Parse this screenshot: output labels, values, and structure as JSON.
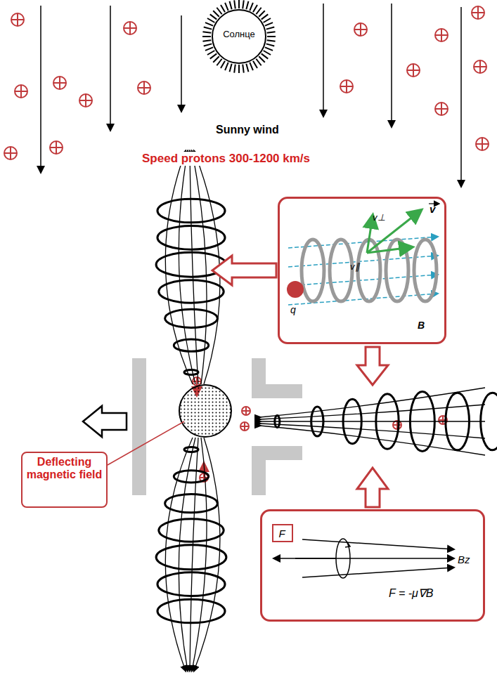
{
  "diagram": {
    "nodes": [
      {
        "text": [
          "Солнце"
        ]
      },
      {
        "text": [
          "v⊥",
          "v",
          "v∥",
          "q",
          "B"
        ]
      },
      {
        "text": [
          "Deflecting magnetic field"
        ]
      },
      {
        "text": [
          "Bz",
          "F = -μ∇B"
        ]
      },
      {
        "text": [
          "F"
        ],
        "in": 3
      }
    ],
    "labels": [
      "Sunny wind",
      "Speed protons 300-1200 km/s"
    ]
  }
}
